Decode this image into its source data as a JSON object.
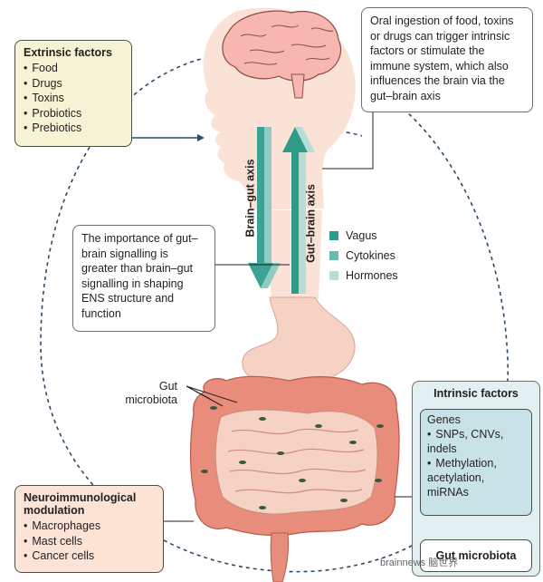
{
  "extrinsic": {
    "title": "Extrinsic factors",
    "items": [
      "Food",
      "Drugs",
      "Toxins",
      "Probiotics",
      "Prebiotics"
    ]
  },
  "oral_note": "Oral ingestion of food, toxins or drugs can trigger intrinsic factors or stimulate the immune system, which also influences the brain via the gut–brain axis",
  "axis_labels": {
    "brain_gut": "Brain–gut axis",
    "gut_brain": "Gut–brain axis"
  },
  "importance_note": "The importance of gut–brain signalling is greater than brain–gut signalling in shaping ENS structure and function",
  "legend": [
    {
      "label": "Vagus",
      "color": "#2e9a88"
    },
    {
      "label": "Cytokines",
      "color": "#6cb9ae"
    },
    {
      "label": "Hormones",
      "color": "#b7ddd7"
    }
  ],
  "gut_microbiota_label": "Gut microbiota",
  "neuro": {
    "title": "Neuroimmunological modulation",
    "items": [
      "Macrophages",
      "Mast cells",
      "Cancer cells"
    ]
  },
  "intrinsic": {
    "title": "Intrinsic factors",
    "genes_title": "Genes",
    "genes_items": [
      "SNPs, CNVs, indels",
      "Methylation, acetylation, miRNAs"
    ],
    "microbiota_box": "Gut microbiota"
  },
  "watermark": "brainnews 脑世界"
}
